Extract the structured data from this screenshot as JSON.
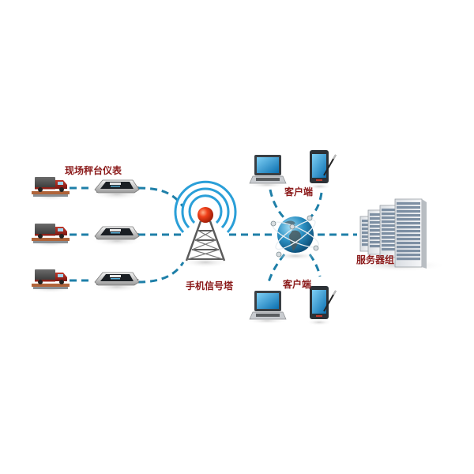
{
  "diagram": {
    "title": "",
    "line_color": "#1e7fa8",
    "label_color": "#8b1a1a",
    "nodes": {
      "scale_indicators_label": "现场秤台仪表",
      "tower_label": "手机信号塔",
      "client_top_label": "客户端",
      "client_bottom_label": "客户端",
      "servers_label": "服务器组"
    },
    "weigh_stations": [
      {
        "id": "station-1",
        "truck": "truck-on-scale",
        "indicator": "weighing-indicator"
      },
      {
        "id": "station-2",
        "truck": "truck-on-scale",
        "indicator": "weighing-indicator"
      },
      {
        "id": "station-3",
        "truck": "truck-on-scale",
        "indicator": "weighing-indicator"
      }
    ],
    "clients": [
      {
        "id": "client-top",
        "devices": [
          "laptop",
          "tablet-with-stylus"
        ]
      },
      {
        "id": "client-bottom",
        "devices": [
          "laptop",
          "tablet-with-stylus"
        ]
      }
    ],
    "connections": [
      "truck-1 -> indicator-1",
      "truck-2 -> indicator-2",
      "truck-3 -> indicator-3",
      "indicator-1 -> tower",
      "indicator-2 -> tower",
      "indicator-3 -> tower",
      "tower -> globe",
      "globe -> client-top",
      "globe -> client-bottom",
      "globe -> servers"
    ]
  }
}
